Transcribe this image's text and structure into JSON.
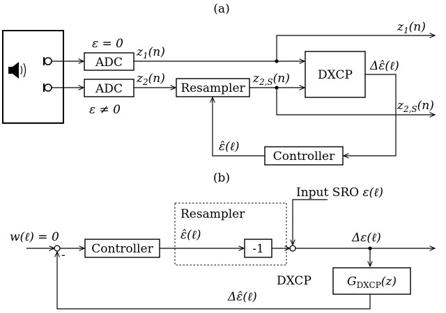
{
  "panel_a": {
    "caption": "(a)",
    "adc_top_label": "ADC",
    "adc_bottom_label": "ADC",
    "eps_zero": "ε = 0",
    "eps_nonzero": "ε ≠ 0",
    "z1_label": "z",
    "z1_sub": "1",
    "z1_arg": "(n)",
    "z2_label": "z",
    "z2_sub": "2",
    "z2_arg": "(n)",
    "resampler_label": "Resampler",
    "z2s_label": "z",
    "z2s_sub": "2,S",
    "z2s_arg": "(n)",
    "dxcp_label": "DXCP",
    "delta_eps_hat": "Δε̂(ℓ)",
    "out_z1": "z",
    "out_z1_sub": "1",
    "out_z1_arg": "(n)",
    "out_z2s": "z",
    "out_z2s_sub": "2,S",
    "out_z2s_arg": "(n)",
    "eps_hat": "ε̂(ℓ)",
    "controller_label": "Controller"
  },
  "panel_b": {
    "caption": "(b)",
    "w_label": "w(ℓ) = 0",
    "minus_sign": "-",
    "controller_label": "Controller",
    "resampler_label": "Resampler",
    "eps_hat": "ε̂(ℓ)",
    "neg_one": "-1",
    "input_sro": "Input SRO ",
    "input_sro_math": "ε(ℓ)",
    "delta_eps": "Δε(ℓ)",
    "dxcp_label": "DXCP",
    "g_label": "G",
    "g_sub": "DXCP",
    "g_arg": "(z)",
    "delta_eps_hat": "Δε̂(ℓ)"
  }
}
